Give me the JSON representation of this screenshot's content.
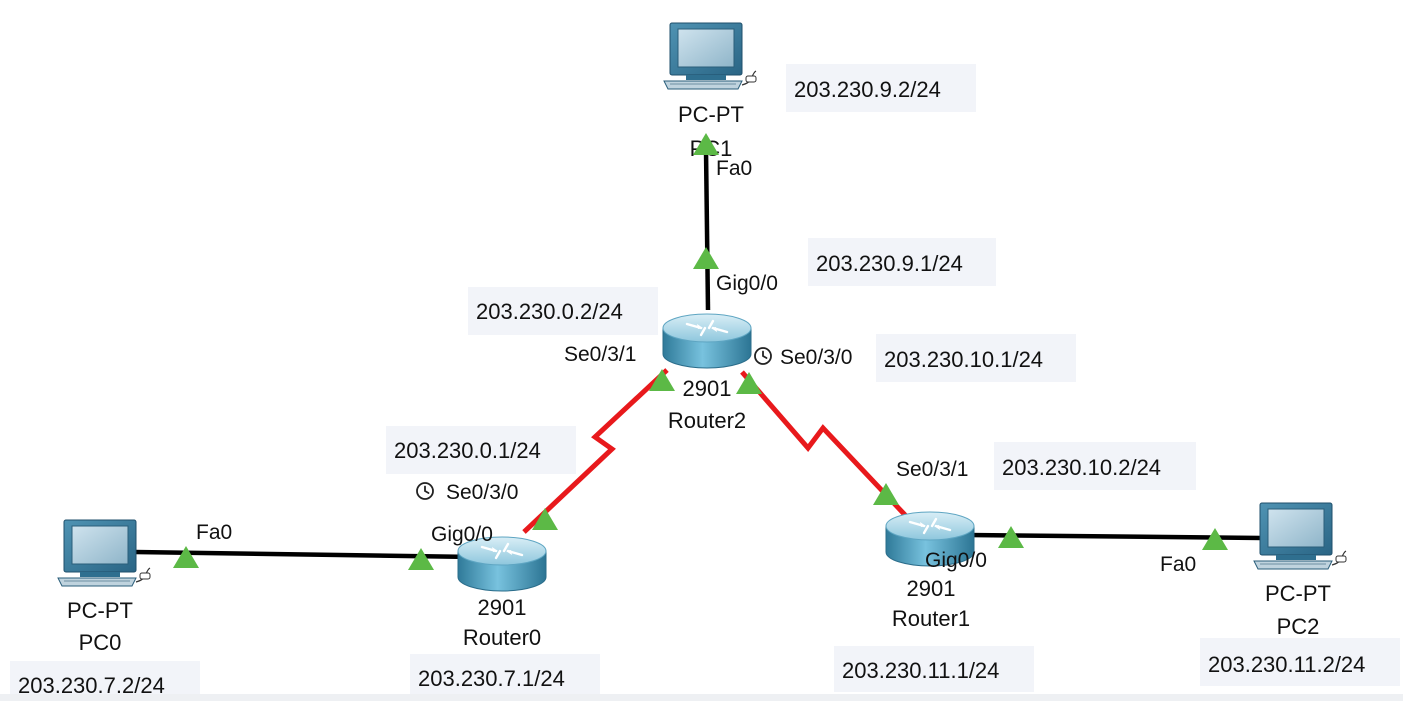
{
  "devices": {
    "pc0": {
      "type": "PC-PT",
      "name": "PC0",
      "ip": "203.230.7.2/24",
      "port": "Fa0"
    },
    "pc1": {
      "type": "PC-PT",
      "name": "PC1",
      "ip": "203.230.9.2/24",
      "port": "Fa0"
    },
    "pc2": {
      "type": "PC-PT",
      "name": "PC2",
      "ip": "203.230.11.2/24",
      "port": "Fa0"
    },
    "router0": {
      "model": "2901",
      "name": "Router0",
      "gig_port": "Gig0/0",
      "gig_ip": "203.230.7.1/24",
      "serial_port": "Se0/3/0",
      "serial_ip": "203.230.0.1/24"
    },
    "router1": {
      "model": "2901",
      "name": "Router1",
      "gig_port": "Gig0/0",
      "gig_ip": "203.230.11.1/24",
      "serial_port": "Se0/3/1",
      "serial_ip": "203.230.10.2/24"
    },
    "router2": {
      "model": "2901",
      "name": "Router2",
      "gig_port": "Gig0/0",
      "gig_ip": "203.230.9.1/24",
      "serial_port_0": "Se0/3/0",
      "serial_ip_0": "203.230.10.1/24",
      "serial_port_1": "Se0/3/1",
      "serial_ip_1": "203.230.0.2/24"
    }
  },
  "colors": {
    "ethernet_link": "#000000",
    "serial_link": "#e8191c",
    "link_status": "#5cb946",
    "ip_label_bg": "#f2f4f9",
    "router_body": "#3e94b6",
    "pc_screen": "#a9c9dc"
  }
}
